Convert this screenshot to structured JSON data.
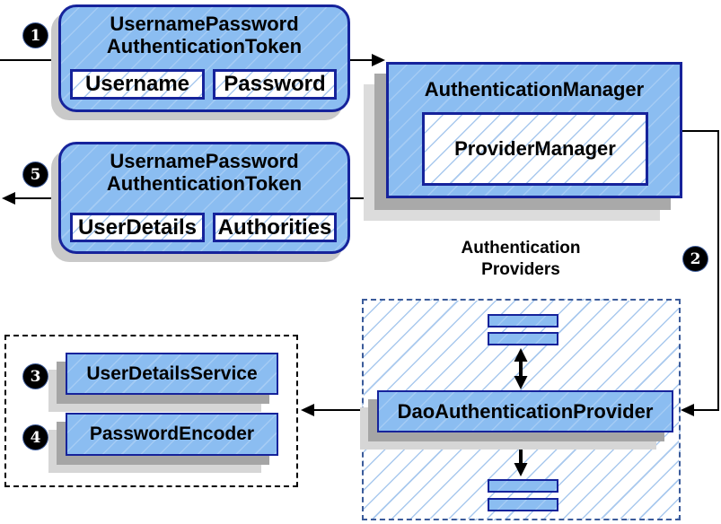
{
  "colors": {
    "box_fill": "#8bbdf1",
    "box_border": "#16239b",
    "hatch_line": "#a9c9ee",
    "providers_dash_border": "#3b5b9a",
    "services_dash_border": "#000000",
    "shadow_dark": "#a9a9a9",
    "shadow_light": "#dcdcdc",
    "arrow": "#000000",
    "badge_bg": "#000000",
    "badge_text": "#ffffff"
  },
  "badges": {
    "step1": "1",
    "step2": "2",
    "step3": "3",
    "step4": "4",
    "step5": "5"
  },
  "nodes": {
    "request_token": {
      "title_line1": "UsernamePassword",
      "title_line2": "AuthenticationToken",
      "field1": "Username",
      "field2": "Password"
    },
    "auth_manager": {
      "title": "AuthenticationManager",
      "inner": "ProviderManager"
    },
    "response_token": {
      "title_line1": "UsernamePassword",
      "title_line2": "AuthenticationToken",
      "field1": "UserDetails",
      "field2": "Authorities"
    },
    "providers_group": {
      "label_line1": "Authentication",
      "label_line2": "Providers"
    },
    "dao_provider": {
      "title": "DaoAuthenticationProvider"
    },
    "user_details_service": {
      "title": "UserDetailsService"
    },
    "password_encoder": {
      "title": "PasswordEncoder"
    }
  }
}
